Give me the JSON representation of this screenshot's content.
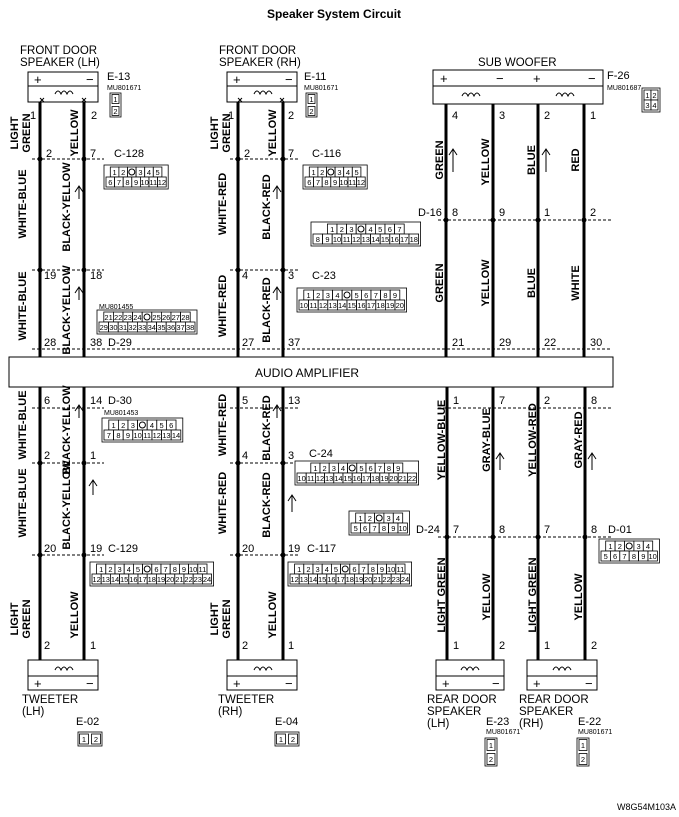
{
  "title": "Speaker System Circuit",
  "amplifier": "AUDIO AMPLIFIER",
  "diagram_code": "W8G54M103A",
  "speakers": {
    "front_lh": [
      "FRONT DOOR",
      "SPEAKER (LH)"
    ],
    "front_rh": [
      "FRONT DOOR",
      "SPEAKER (RH)"
    ],
    "sub_woofer": [
      "SUB WOOFER"
    ],
    "tweeter_lh": [
      "TWEETER",
      "(LH)"
    ],
    "tweeter_rh": [
      "TWEETER",
      "(RH)"
    ],
    "rear_lh": [
      "REAR DOOR",
      "SPEAKER",
      "(LH)"
    ],
    "rear_rh": [
      "REAR DOOR",
      "SPEAKER",
      "(RH)"
    ]
  },
  "connectors": [
    {
      "id": "E-13",
      "part": "MU801671"
    },
    {
      "id": "E-11",
      "part": "MU801671"
    },
    {
      "id": "F-26",
      "part": "MU801687"
    },
    {
      "id": "C-128",
      "part": ""
    },
    {
      "id": "C-116",
      "part": ""
    },
    {
      "id": "D-16",
      "part": ""
    },
    {
      "id": "C-23",
      "part": ""
    },
    {
      "id": "D-29",
      "part": "MU801455"
    },
    {
      "id": "D-30",
      "part": "MU801453"
    },
    {
      "id": "C-24",
      "part": ""
    },
    {
      "id": "D-24",
      "part": ""
    },
    {
      "id": "D-01",
      "part": ""
    },
    {
      "id": "C-129",
      "part": ""
    },
    {
      "id": "C-117",
      "part": ""
    },
    {
      "id": "E-02",
      "part": ""
    },
    {
      "id": "E-04",
      "part": ""
    },
    {
      "id": "E-23",
      "part": "MU801671"
    },
    {
      "id": "E-22",
      "part": "MU801671"
    }
  ],
  "wire_colors": [
    "LIGHT GREEN",
    "YELLOW",
    "WHITE-BLUE",
    "BLACK-YELLOW",
    "WHITE-RED",
    "BLACK-RED",
    "GREEN",
    "BLUE",
    "RED",
    "WHITE",
    "YELLOW-BLUE",
    "GRAY-BLUE",
    "YELLOW-RED",
    "GRAY-RED"
  ],
  "pins": [
    "1",
    "2",
    "3",
    "4",
    "5",
    "6",
    "7",
    "8",
    "9",
    "10",
    "11",
    "12",
    "13",
    "14",
    "15",
    "16",
    "17",
    "18",
    "19",
    "20",
    "21",
    "22",
    "23",
    "24",
    "25",
    "26",
    "27",
    "28",
    "29",
    "30",
    "31",
    "32",
    "33",
    "34",
    "35",
    "36",
    "37",
    "38"
  ],
  "connector_faces": {
    "c128": [
      [
        "1",
        "2",
        "",
        "3",
        "4",
        "5"
      ],
      [
        "6",
        "7",
        "8",
        "9",
        "10",
        "11",
        "12"
      ]
    ],
    "c116": [
      [
        "1",
        "2",
        "",
        "3",
        "4",
        "5"
      ],
      [
        "6",
        "7",
        "8",
        "9",
        "10",
        "11",
        "12"
      ]
    ],
    "d16": [
      [
        "1",
        "2",
        "3",
        "",
        "4",
        "5",
        "6",
        "7"
      ],
      [
        "8",
        "9",
        "10",
        "11",
        "12",
        "13",
        "14",
        "15",
        "16",
        "17",
        "18"
      ]
    ],
    "c23": [
      [
        "1",
        "2",
        "3",
        "4",
        "",
        "5",
        "6",
        "7",
        "8",
        "9"
      ],
      [
        "10",
        "11",
        "12",
        "13",
        "14",
        "15",
        "16",
        "17",
        "18",
        "19",
        "20"
      ]
    ],
    "d29": [
      [
        "21",
        "22",
        "23",
        "24",
        "",
        "25",
        "26",
        "27",
        "28"
      ],
      [
        "29",
        "30",
        "31",
        "32",
        "33",
        "34",
        "35",
        "36",
        "37",
        "38"
      ]
    ],
    "d30": [
      [
        "1",
        "2",
        "3",
        "",
        "4",
        "5",
        "6"
      ],
      [
        "7",
        "8",
        "9",
        "10",
        "11",
        "12",
        "13",
        "14"
      ]
    ],
    "c24": [
      [
        "1",
        "2",
        "3",
        "4",
        "",
        "5",
        "6",
        "7",
        "8",
        "9"
      ],
      [
        "10",
        "11",
        "12",
        "13",
        "14",
        "15",
        "16",
        "17",
        "18",
        "19",
        "20",
        "21",
        "22"
      ]
    ],
    "d24": [
      [
        "1",
        "2",
        "",
        "3",
        "4"
      ],
      [
        "5",
        "6",
        "7",
        "8",
        "9",
        "10"
      ]
    ],
    "d01": [
      [
        "1",
        "2",
        "",
        "3",
        "4"
      ],
      [
        "5",
        "6",
        "7",
        "8",
        "9",
        "10"
      ]
    ],
    "c129": [
      [
        "1",
        "2",
        "3",
        "4",
        "5",
        "",
        "6",
        "7",
        "8",
        "9",
        "10",
        "11"
      ],
      [
        "12",
        "13",
        "14",
        "15",
        "16",
        "17",
        "18",
        "19",
        "20",
        "21",
        "22",
        "23",
        "24"
      ]
    ],
    "c117": [
      [
        "1",
        "2",
        "3",
        "4",
        "5",
        "",
        "6",
        "7",
        "8",
        "9",
        "10",
        "11"
      ],
      [
        "12",
        "13",
        "14",
        "15",
        "16",
        "17",
        "18",
        "19",
        "20",
        "21",
        "22",
        "23",
        "24"
      ]
    ],
    "f26": [
      [
        "1",
        "2"
      ],
      [
        "3",
        "4"
      ]
    ]
  }
}
